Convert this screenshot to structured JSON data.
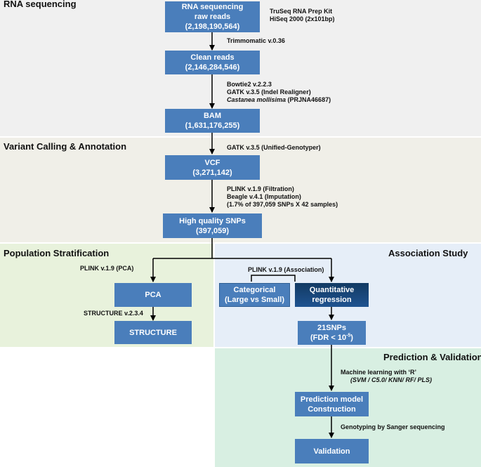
{
  "sections": {
    "rna": "RNA sequencing",
    "variant": "Variant Calling & Annotation",
    "population": "Population Stratification",
    "association": "Association Study",
    "prediction": "Prediction & Validation"
  },
  "boxes": {
    "raw_reads": [
      "RNA sequencing",
      "raw reads",
      "(2,198,190,564)"
    ],
    "clean_reads": [
      "Clean reads",
      "(2,146,284,546)"
    ],
    "bam": [
      "BAM",
      "(1,631,176,255)"
    ],
    "vcf": [
      "VCF",
      "(3,271,142)"
    ],
    "hq_snps": [
      "High quality SNPs",
      "(397,059)"
    ],
    "pca": [
      "PCA"
    ],
    "structure": [
      "STRUCTURE"
    ],
    "categorical": [
      "Categorical",
      "(Large vs Small)"
    ],
    "quantitative": [
      "Quantitative",
      "regression"
    ],
    "snps21": [
      "21SNPs"
    ],
    "snps21_fdr": "(FDR < 10",
    "snps21_fdr_exp": "-5",
    "snps21_fdr_close": ")",
    "prediction_model": [
      "Prediction model",
      "Construction"
    ],
    "validation": [
      "Validation"
    ]
  },
  "notes": {
    "truseq": [
      "TruSeq RNA Prep Kit",
      "HiSeq 2000 (2x101bp)"
    ],
    "trimmomatic": "Trimmomatic  v.0.36",
    "bowtie": "Bowtie2  v.2.2.3",
    "gatk_indel": "GATK v.3.5 (Indel Realigner)",
    "castanea_species": "Castanea mollisima",
    "castanea_ref": " (PRJNA46687)",
    "gatk_unified": "GATK v.3.5 (Unified-Genotyper)",
    "plink_filtration": "PLINK v.1.9 (Filtration)",
    "beagle": "Beagle v.4.1 (Imputation)",
    "imputation_pct": "(1.7% of 397,059 SNPs X 42 samples)",
    "plink_pca": "PLINK v.1.9 (PCA)",
    "structure_ver": "STRUCTURE v.2.3.4",
    "plink_assoc": "PLINK v.1.9 (Association)",
    "ml_r": "Machine learning with ‘R’",
    "ml_methods": "(SVM / C5.0/ KNN/ RF/ PLS)",
    "sanger": "Genotyping by Sanger sequencing"
  },
  "colors": {
    "box": "#4a7ebb",
    "box_dark": "#123a63",
    "rna_bg": "#f0f0f0",
    "variant_bg": "#f0efe8",
    "population_bg": "#e8f2dc",
    "association_bg": "#e6eef8",
    "prediction_bg": "#d8efe2"
  }
}
